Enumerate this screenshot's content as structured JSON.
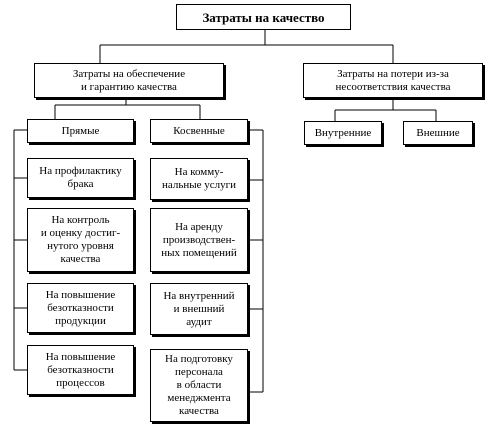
{
  "root": "Затраты на качество",
  "assurance": "Затраты на обеспечение\nи гарантию качества",
  "nonconformity": "Затраты на потери из-за\nнесоответствия качества",
  "direct": "Прямые",
  "indirect": "Косвенные",
  "internal": "Внутренние",
  "external": "Внешние",
  "direct_items": [
    "На профилактику\nбрака",
    "На контроль\nи оценку достиг-\nнутого уровня\nкачества",
    "На повышение\nбезотказности\nпродукции",
    "На повышение\nбезотказности\nпроцессов"
  ],
  "indirect_items": [
    "На  комму-\nнальные услуги",
    "На аренду\nпроизводствен-\nных помещений",
    "На внутренний\nи внешний\nаудит",
    "На подготовку\nперсонала\nв области\nменеджмента\nкачества"
  ]
}
